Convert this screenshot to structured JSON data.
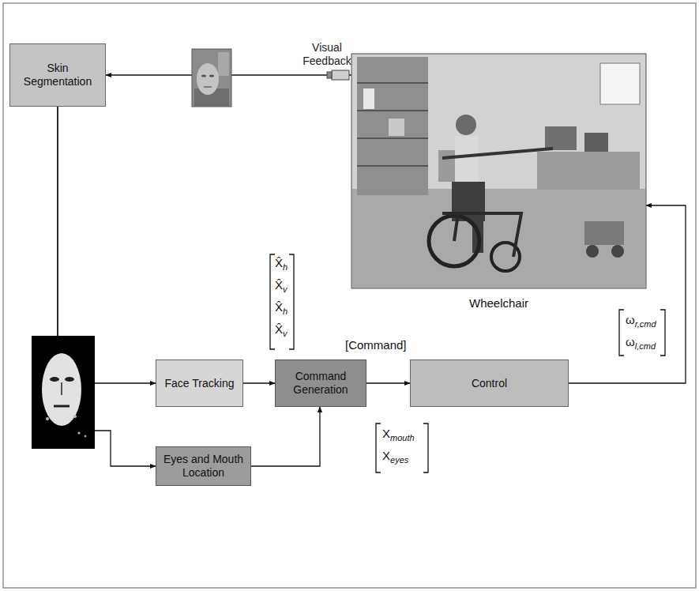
{
  "diagram": {
    "nodes": [
      {
        "text": [
          "Skin Segmentation"
        ]
      },
      {
        "text": [
          "Wheelchair"
        ]
      },
      {
        "text": [
          "Face Tracking"
        ]
      },
      {
        "text": [
          "Command Generation"
        ]
      },
      {
        "text": [
          "Control"
        ]
      },
      {
        "text": [
          "Eyes and Mouth Location"
        ]
      }
    ],
    "edges": [
      {
        "from": 1,
        "to": 0,
        "arrow": "to",
        "label": "Visual Feedback"
      },
      {
        "from": 0,
        "to": 2,
        "arrow": "to"
      },
      {
        "from": 0,
        "to": 5,
        "arrow": "to"
      },
      {
        "from": 2,
        "to": 3,
        "arrow": "to"
      },
      {
        "from": 5,
        "to": 3,
        "arrow": "to"
      },
      {
        "from": 3,
        "to": 4,
        "arrow": "to"
      },
      {
        "from": 4,
        "to": 1,
        "arrow": "to"
      }
    ],
    "labels": [
      "X̂h",
      "X̂v",
      "X̂h",
      "X̂v",
      "[Command]",
      "Xmouth",
      "Xeyes",
      "ωr,cmd",
      "ωl,cmd"
    ]
  }
}
